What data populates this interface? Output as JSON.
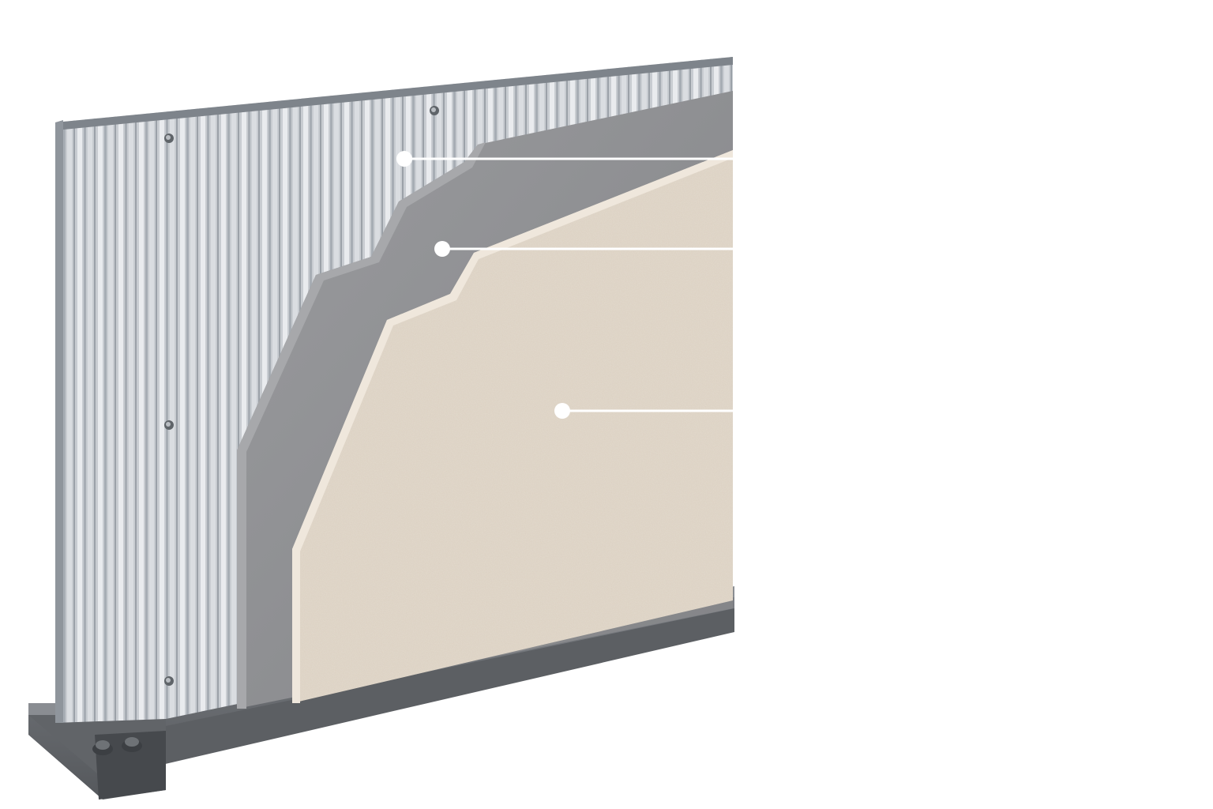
{
  "diagram": {
    "layers": [
      {
        "id": "metal-cladding",
        "kind": "corrugated-sheet"
      },
      {
        "id": "cement-board",
        "kind": "board"
      },
      {
        "id": "textured-finish",
        "kind": "plaster"
      }
    ],
    "callouts": [
      {
        "target": "metal-cladding",
        "label": ""
      },
      {
        "target": "cement-board",
        "label": ""
      },
      {
        "target": "textured-finish",
        "label": ""
      }
    ]
  },
  "colors": {
    "metal_light": "#d4d7dc",
    "metal_mid": "#b6bbc2",
    "metal_dark": "#8c9299",
    "board": "#8d8e90",
    "board_edge": "#a9aaac",
    "finish": "#dcd1c2",
    "finish_edge": "#efe7dc",
    "track": "#6e7175",
    "track_dark": "#4a4d51",
    "callout": "#ffffff"
  }
}
